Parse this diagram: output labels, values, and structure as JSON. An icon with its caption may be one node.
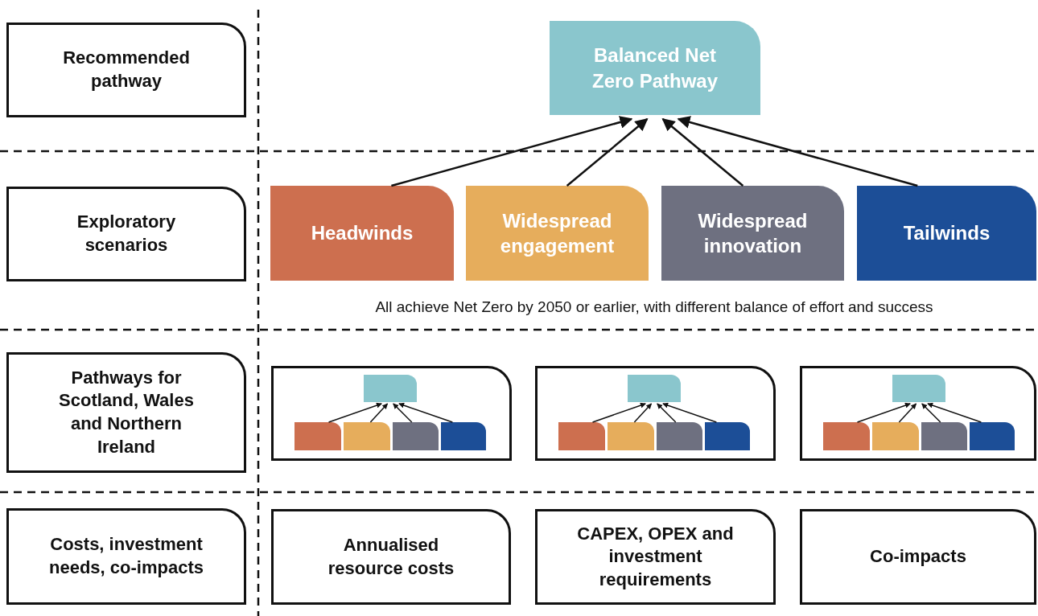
{
  "diagram": {
    "nodes": [
      {
        "text": [
          "Recommended pathway"
        ]
      },
      {
        "text": [
          "Balanced Net Zero Pathway"
        ]
      },
      {
        "text": [
          "Exploratory scenarios"
        ]
      },
      {
        "text": [
          "Headwinds"
        ]
      },
      {
        "text": [
          "Widespread engagement"
        ]
      },
      {
        "text": [
          "Widespread innovation"
        ]
      },
      {
        "text": [
          "Tailwinds"
        ]
      },
      {
        "text": [
          "Pathways for Scotland, Wales and Northern Ireland"
        ]
      },
      {
        "text": [],
        "shape": "box"
      },
      {
        "text": [],
        "shape": "box",
        "in": 8
      },
      {
        "text": [],
        "shape": "box",
        "in": 8
      },
      {
        "text": [],
        "shape": "box",
        "in": 8
      },
      {
        "text": [],
        "shape": "box",
        "in": 8
      },
      {
        "text": [],
        "shape": "box",
        "in": 8
      },
      {
        "text": [],
        "shape": "box"
      },
      {
        "text": [],
        "shape": "box",
        "in": 14
      },
      {
        "text": [],
        "shape": "box",
        "in": 14
      },
      {
        "text": [],
        "shape": "box",
        "in": 14
      },
      {
        "text": [],
        "shape": "box",
        "in": 14
      },
      {
        "text": [],
        "shape": "box",
        "in": 14
      },
      {
        "text": [],
        "shape": "box"
      },
      {
        "text": [],
        "shape": "box",
        "in": 20
      },
      {
        "text": [],
        "shape": "box",
        "in": 20
      },
      {
        "text": [],
        "shape": "box",
        "in": 20
      },
      {
        "text": [],
        "shape": "box",
        "in": 20
      },
      {
        "text": [],
        "shape": "box",
        "in": 20
      },
      {
        "text": [
          "Costs, investment needs, co-impacts"
        ]
      },
      {
        "text": [
          "Annualised resource costs"
        ]
      },
      {
        "text": [
          "CAPEX, OPEX and investment requirements"
        ]
      },
      {
        "text": [
          "Co-impacts"
        ]
      }
    ],
    "edges": [
      {
        "from": 3,
        "to": 1,
        "arrow": "to"
      },
      {
        "from": 4,
        "to": 1,
        "arrow": "to"
      },
      {
        "from": 5,
        "to": 1,
        "arrow": "to"
      },
      {
        "from": 6,
        "to": 1,
        "arrow": "to"
      },
      {
        "from": 10,
        "to": 9,
        "arrow": "to"
      },
      {
        "from": 11,
        "to": 9,
        "arrow": "to"
      },
      {
        "from": 12,
        "to": 9,
        "arrow": "to"
      },
      {
        "from": 13,
        "to": 9,
        "arrow": "to"
      },
      {
        "from": 16,
        "to": 15,
        "arrow": "to"
      },
      {
        "from": 17,
        "to": 15,
        "arrow": "to"
      },
      {
        "from": 18,
        "to": 15,
        "arrow": "to"
      },
      {
        "from": 19,
        "to": 15,
        "arrow": "to"
      },
      {
        "from": 22,
        "to": 21,
        "arrow": "to"
      },
      {
        "from": 23,
        "to": 21,
        "arrow": "to"
      },
      {
        "from": 24,
        "to": 21,
        "arrow": "to"
      },
      {
        "from": 25,
        "to": 21,
        "arrow": "to"
      }
    ],
    "labels": [
      "All achieve Net Zero by 2050 or earlier, with different balance of effort and success"
    ]
  }
}
